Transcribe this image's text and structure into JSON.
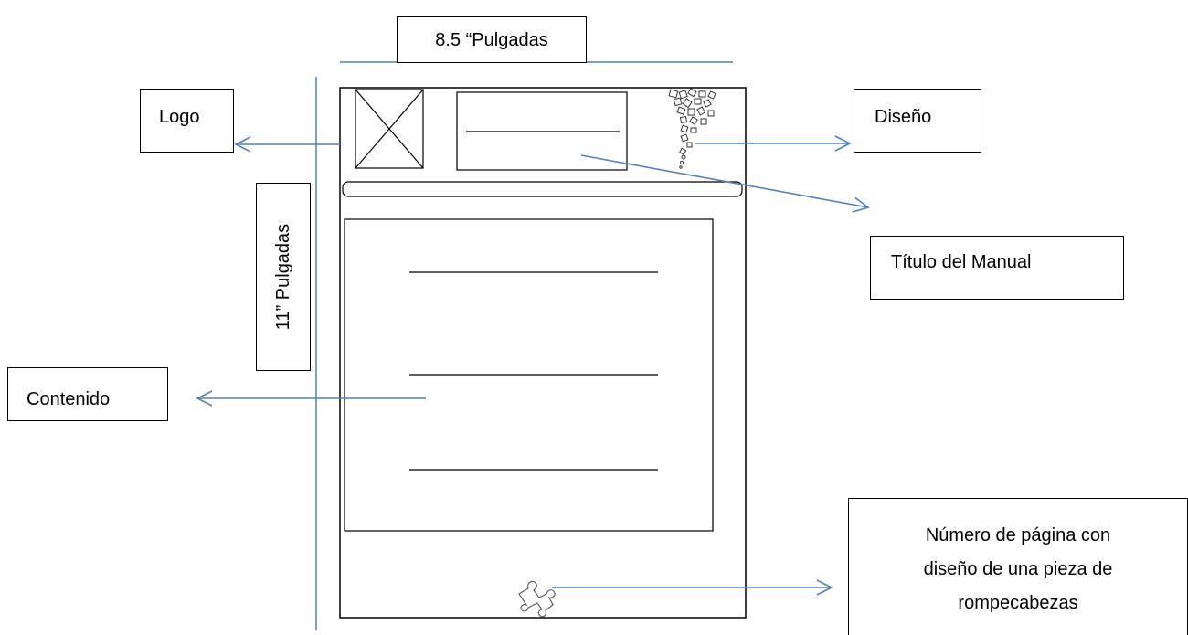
{
  "labels": {
    "width": "8.5 “Pulgadas",
    "height": "11” Pulgadas",
    "logo": "Logo",
    "design": "Diseño",
    "title": "Título del Manual",
    "content": "Contenido",
    "page_number_lines": [
      "Número de página con",
      "diseño de una pieza de",
      "rompecabezas"
    ]
  },
  "colors": {
    "arrow": "#4f81bd",
    "outline": "#000000"
  },
  "icons": {
    "logo_placeholder": "crossed-box-icon",
    "design": "puzzle-pieces-cascade-icon",
    "page_number": "puzzle-piece-icon"
  }
}
